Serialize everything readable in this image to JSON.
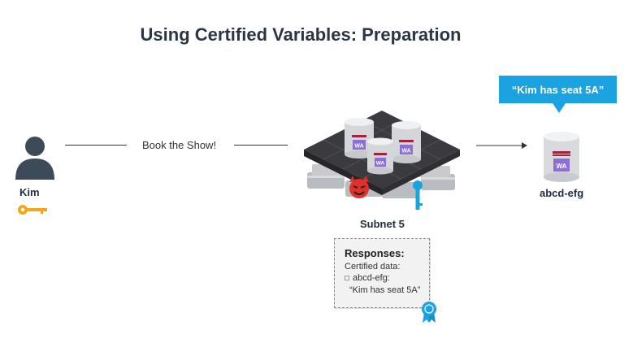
{
  "title": "Using Certified Variables: Preparation",
  "user": {
    "name": "Kim"
  },
  "request_label": "Book the Show!",
  "subnet": {
    "label": "Subnet 5",
    "db_badge": "WA"
  },
  "canister": {
    "name": "abcd-efg",
    "badge": "WA"
  },
  "speech_bubble": "“Kim has seat 5A”",
  "certificate": {
    "heading": "Responses:",
    "line1": "Certified data:",
    "line2": "abcd-efg:",
    "line3": "“Kim has seat 5A”"
  },
  "colors": {
    "bubble": "#1aa3e0",
    "key_user": "#f2a71b",
    "key_subnet": "#1aa3e0",
    "devil": "#e0302a",
    "db_stripe": "#a0253a",
    "db_badge": "#8b6fd6"
  },
  "icons": [
    "person-icon",
    "key-icon",
    "database-icon",
    "server-icon",
    "devil-icon",
    "ribbon-icon"
  ]
}
